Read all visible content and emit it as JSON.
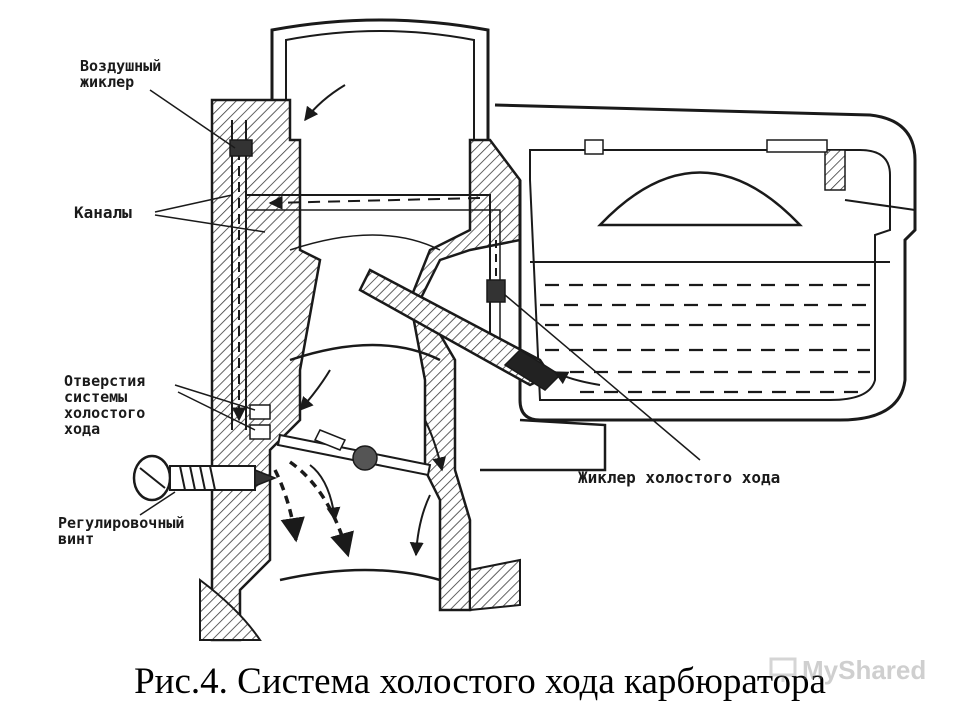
{
  "labels": {
    "air_jet": [
      "Воздушный",
      "жиклер"
    ],
    "channels": [
      "Каналы"
    ],
    "idle_holes": [
      "Отверстия",
      "системы",
      "холостого",
      "хода"
    ],
    "adjust_screw": [
      "Регулировочный",
      "винт"
    ],
    "idle_jet": [
      "Жиклер холостого хода"
    ]
  },
  "caption": "Рис.4. Система холостого хода карбюратора",
  "watermark": "MyShared",
  "colors": {
    "ink": "#1a1a1a",
    "paper": "#ffffff",
    "hatch": "#3a3a3a"
  }
}
